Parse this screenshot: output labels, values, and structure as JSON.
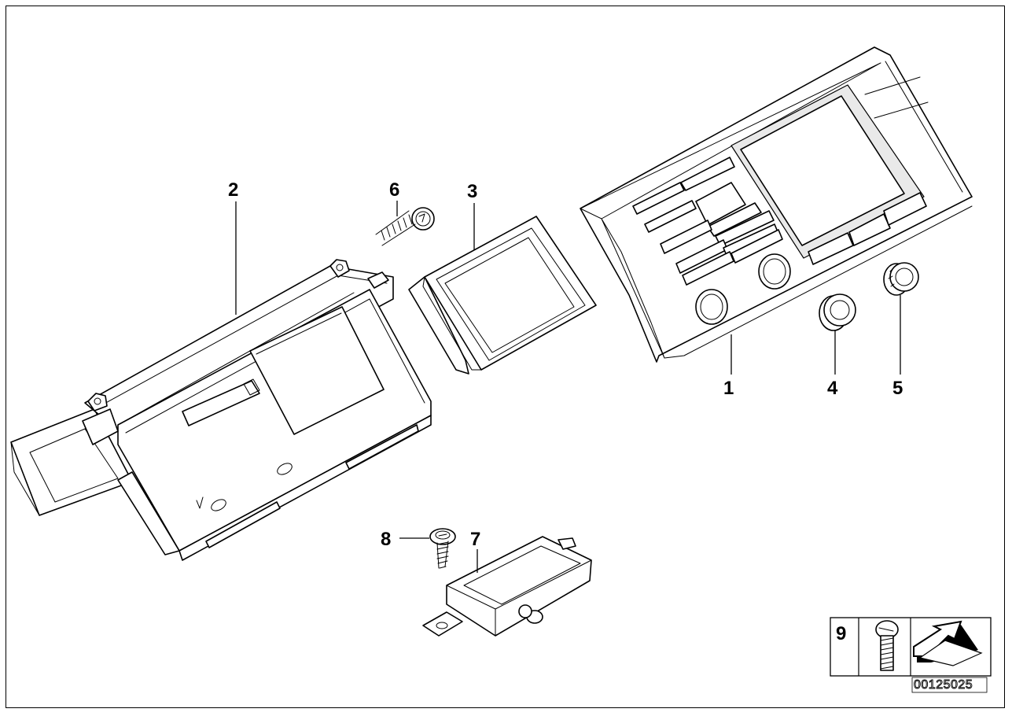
{
  "callouts": {
    "p1": "1",
    "p2": "2",
    "p3": "3",
    "p4": "4",
    "p5": "5",
    "p6": "6",
    "p7": "7",
    "p8": "8",
    "p9": "9"
  },
  "diagram_code": "00125025",
  "icons": {
    "panel": "dashboard-control-panel-icon",
    "housing": "radio-housing-icon",
    "display": "display-screen-icon",
    "knob_a": "rotary-knob-icon",
    "knob_b": "rotary-knob-icon",
    "screw_a": "screw-icon",
    "module": "electronic-module-icon",
    "screw_b": "screw-icon",
    "legend_bolt": "bolt-icon",
    "legend_arrow": "direction-arrow-icon"
  }
}
